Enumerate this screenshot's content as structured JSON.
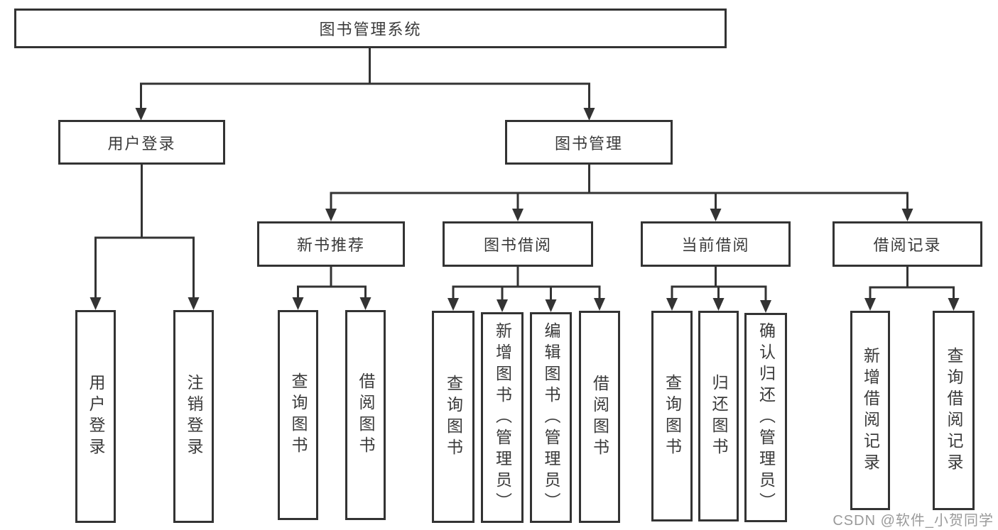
{
  "diagram": {
    "root": {
      "label": "图书管理系统",
      "children": [
        {
          "label": "用户登录",
          "children": [
            {
              "label": "用户登录"
            },
            {
              "label": "注销登录"
            }
          ]
        },
        {
          "label": "图书管理",
          "children": [
            {
              "label": "新书推荐",
              "children": [
                {
                  "label": "查询图书"
                },
                {
                  "label": "借阅图书"
                }
              ]
            },
            {
              "label": "图书借阅",
              "children": [
                {
                  "label": "查询图书"
                },
                {
                  "label": "新增图书（管理员）"
                },
                {
                  "label": "编辑图书（管理员）"
                },
                {
                  "label": "借阅图书"
                }
              ]
            },
            {
              "label": "当前借阅",
              "children": [
                {
                  "label": "查询图书"
                },
                {
                  "label": "归还图书"
                },
                {
                  "label": "确认归还（管理员）"
                }
              ]
            },
            {
              "label": "借阅记录",
              "children": [
                {
                  "label": "新增借阅记录"
                },
                {
                  "label": "查询借阅记录"
                }
              ]
            }
          ]
        }
      ]
    }
  },
  "watermark": {
    "text": "CSDN @软件_小贺同学"
  },
  "colors": {
    "border": "#333333",
    "text": "#3a3a3a",
    "bg": "#ffffff",
    "watermark": "#9a9a9a"
  }
}
